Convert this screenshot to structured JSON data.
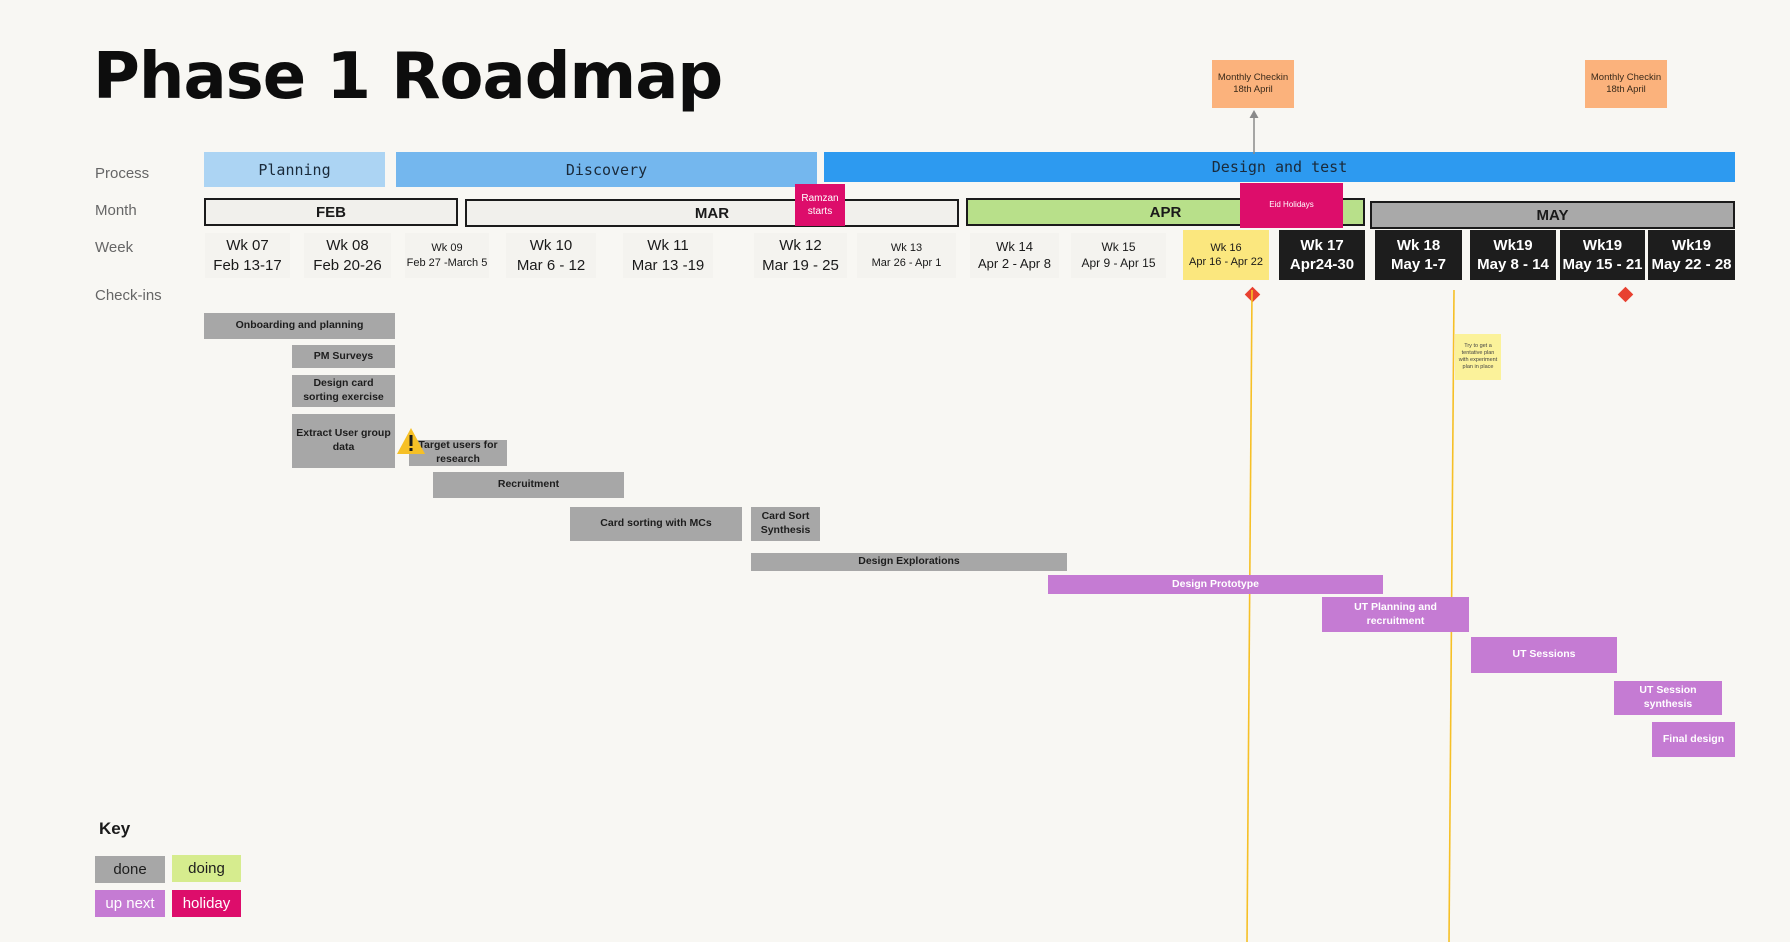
{
  "title": "Phase 1 Roadmap",
  "row_labels": {
    "process": "Process",
    "month": "Month",
    "week": "Week",
    "checkins": "Check-ins"
  },
  "phases": {
    "planning": "Planning",
    "discovery": "Discovery",
    "design_test": "Design and test"
  },
  "months": {
    "feb": "FEB",
    "mar": "MAR",
    "apr": "APR",
    "may": "MAY"
  },
  "weeks": [
    {
      "label": "Wk 07",
      "dates": "Feb 13-17"
    },
    {
      "label": "Wk 08",
      "dates": "Feb 20-26"
    },
    {
      "label": "Wk 09",
      "dates": "Feb 27 -March 5"
    },
    {
      "label": "Wk 10",
      "dates": "Mar 6 - 12"
    },
    {
      "label": "Wk 11",
      "dates": "Mar 13 -19"
    },
    {
      "label": "Wk 12",
      "dates": "Mar 19 - 25"
    },
    {
      "label": "Wk 13",
      "dates": "Mar 26 - Apr 1"
    },
    {
      "label": "Wk 14",
      "dates": "Apr 2 - Apr 8"
    },
    {
      "label": "Wk 15",
      "dates": "Apr 9 - Apr 15"
    },
    {
      "label": "Wk 16",
      "dates": "Apr 16 - Apr 22"
    },
    {
      "label": "Wk 17",
      "dates": "Apr24-30"
    },
    {
      "label": "Wk 18",
      "dates": "May 1-7"
    },
    {
      "label": "Wk19",
      "dates": "May 8 - 14"
    },
    {
      "label": "Wk19",
      "dates": "May 15 - 21"
    },
    {
      "label": "Wk19",
      "dates": "May 22 - 28"
    }
  ],
  "holidays": {
    "ramzan": "Ramzan starts",
    "eid": "Eid Holidays"
  },
  "checkins": [
    "Monthly Checkin 18th April",
    "Monthly Checkin 18th April"
  ],
  "sticky_note": "Try to get a tentative plan with experiment plan in place",
  "tasks": {
    "onboarding": "Onboarding and planning",
    "pm_surveys": "PM Surveys",
    "card_sorting_exercise": "Design card sorting exercise",
    "extract_user": "Extract User group data",
    "target_users": "Target users for research",
    "recruitment": "Recruitment",
    "card_sorting_mcs": "Card sorting with MCs",
    "card_sort_synthesis": "Card Sort Synthesis",
    "design_explorations": "Design Explorations",
    "design_prototype": "Design Prototype",
    "ut_planning": "UT Planning and recruitment",
    "ut_sessions": "UT Sessions",
    "ut_synthesis": "UT Session synthesis",
    "final_design": "Final design"
  },
  "key": {
    "title": "Key",
    "done": "done",
    "doing": "doing",
    "up_next": "up next",
    "holiday": "holiday"
  },
  "colors": {
    "done": "#a7a7a7",
    "doing": "#d6ec8e",
    "up_next": "#c57bd3",
    "holiday": "#dd0d6b",
    "checkin": "#fbb27c",
    "planning": "#acd4f3",
    "discovery": "#74b7ee",
    "design_test": "#2d9af0"
  }
}
